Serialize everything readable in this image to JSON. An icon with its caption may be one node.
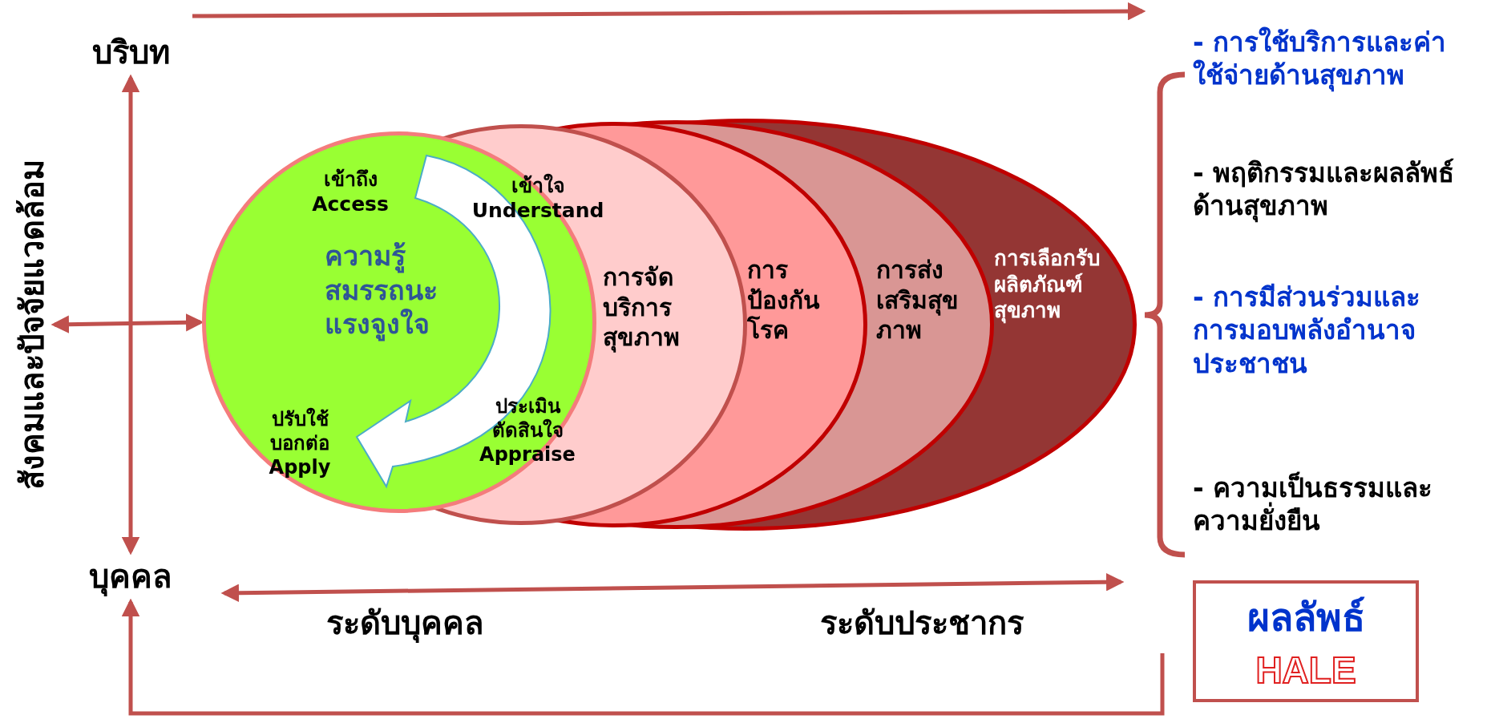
{
  "diagram": {
    "nodes": [
      {
        "text": [
          "บริบท"
        ]
      },
      {
        "text": [
          "เข้าถึง Access",
          "เข้าใจ Understand",
          "ความรู้สมรรถนะแรงจูงใจ",
          "ประเมินตัดสินใจ Appraise",
          "ปรับใช้บอกต่อ Apply"
        ]
      },
      {
        "text": [
          "การจัดบริการสุขภาพ"
        ]
      },
      {
        "text": [
          "การป้องกันโรค"
        ],
        "in": 4
      },
      {
        "text": [
          "การส่งเสริมสุขภาพ"
        ],
        "in": 5
      },
      {
        "text": [
          "การเลือกรับผลิตภัณฑ์สุขภาพ"
        ]
      },
      {
        "text": [
          "บุคคล"
        ]
      },
      {
        "text": [
          "ผลลัพธ์",
          "HALE"
        ]
      },
      {
        "text": [
          "สังคมและปัจจัยแวดล้อม"
        ]
      }
    ],
    "edges": [
      {
        "from": 0,
        "to": 6,
        "arrow": "both"
      },
      {
        "from": 8,
        "to": 1,
        "arrow": "both"
      },
      {
        "from": null,
        "to": 6,
        "arrow": "to"
      }
    ],
    "labels": [
      "- การใช้บริการและค่าใช้จ่ายด้านสุขภาพ",
      "- พฤติกรรมและผลลัพธ์ด้านสุขภาพ",
      "- การมีส่วนร่วมและการมอบพลังอำนาจประชาชน",
      "- ความเป็นธรรมและความยั่งยืน",
      "ระดับบุคคล",
      "ระดับประชากร"
    ]
  }
}
